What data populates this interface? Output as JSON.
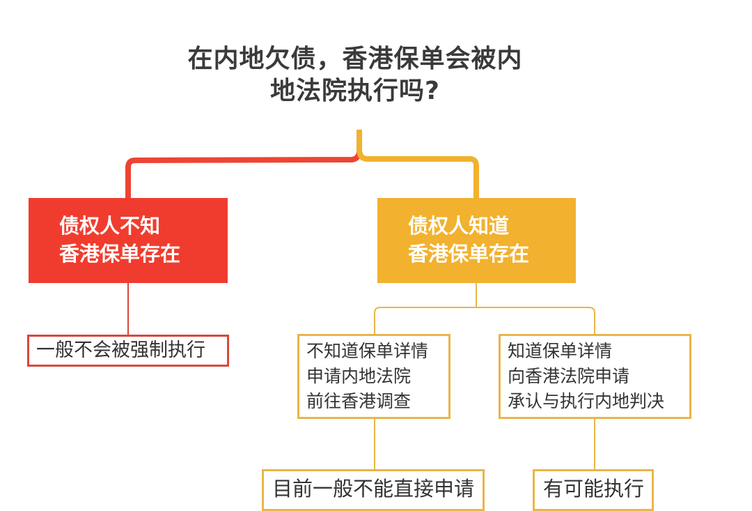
{
  "title": {
    "line1": "在内地欠债，香港保单会被内",
    "line2": "地法院执行吗?"
  },
  "colors": {
    "red": "#f03c2e",
    "yellow": "#f2b12e",
    "red_outline": "#d9473a",
    "yellow_outline": "#eab54a",
    "text_dark": "#3a3a3a"
  },
  "branches": {
    "left": {
      "header": [
        "债权人不知",
        "香港保单存在"
      ],
      "result": "一般不会被强制执行"
    },
    "right": {
      "header": [
        "债权人知道",
        "香港保单存在"
      ],
      "sub_left": {
        "condition": [
          "不知道保单详情",
          "申请内地法院",
          "前往香港调查"
        ],
        "result": "目前一般不能直接申请"
      },
      "sub_right": {
        "condition": [
          "知道保单详情",
          "向香港法院申请",
          "承认与执行内地判决"
        ],
        "result": "有可能执行"
      }
    }
  }
}
